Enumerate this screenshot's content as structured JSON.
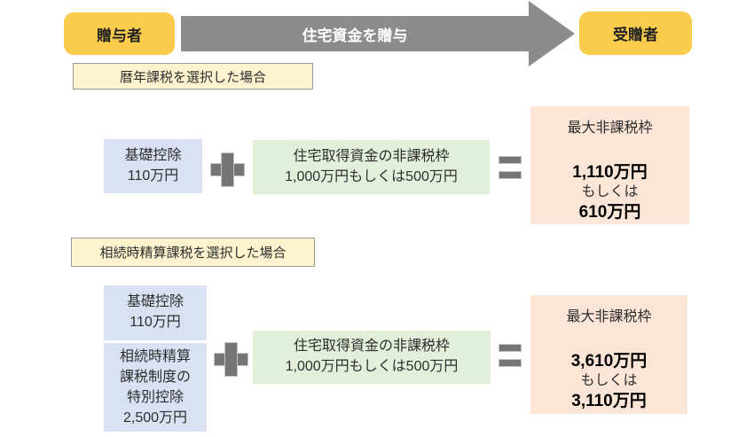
{
  "colors": {
    "yellow": "#FACC4E",
    "arrow-gray": "#8C8C8C",
    "op-gray": "#757575",
    "cream": "#FDF3CF",
    "cream-border": "#9A9A9A",
    "blue": "#D9E1F2",
    "green": "#E2EFDA",
    "pink": "#FBE5D6",
    "text": "#2E2E2E"
  },
  "icons": {
    "plus": "plus-icon",
    "equals": "equals-icon",
    "arrow": "right-arrow-icon"
  },
  "header": {
    "donor": "贈与者",
    "arrow_label": "住宅資金を贈与",
    "recipient": "受贈者"
  },
  "section1": {
    "title": "暦年課税を選択した場合",
    "basic_deduction": {
      "lines": [
        "基礎控除",
        "110万円"
      ]
    },
    "housing_exemption": {
      "lines": [
        "住宅取得資金の非課税枠",
        "1,000万円もしくは500万円"
      ]
    },
    "result": {
      "title": "最大非課税枠",
      "amount_primary": "1,110万円",
      "or_label": "もしくは",
      "amount_secondary": "610万円"
    }
  },
  "section2": {
    "title": "相続時精算課税を選択した場合",
    "basic_deduction": {
      "lines": [
        "基礎控除",
        "110万円"
      ]
    },
    "special_deduction": {
      "lines": [
        "相続時精算",
        "課税制度の",
        "特別控除",
        "2,500万円"
      ]
    },
    "housing_exemption": {
      "lines": [
        "住宅取得資金の非課税枠",
        "1,000万円もしくは500万円"
      ]
    },
    "result": {
      "title": "最大非課税枠",
      "amount_primary": "3,610万円",
      "or_label": "もしくは",
      "amount_secondary": "3,110万円"
    }
  }
}
